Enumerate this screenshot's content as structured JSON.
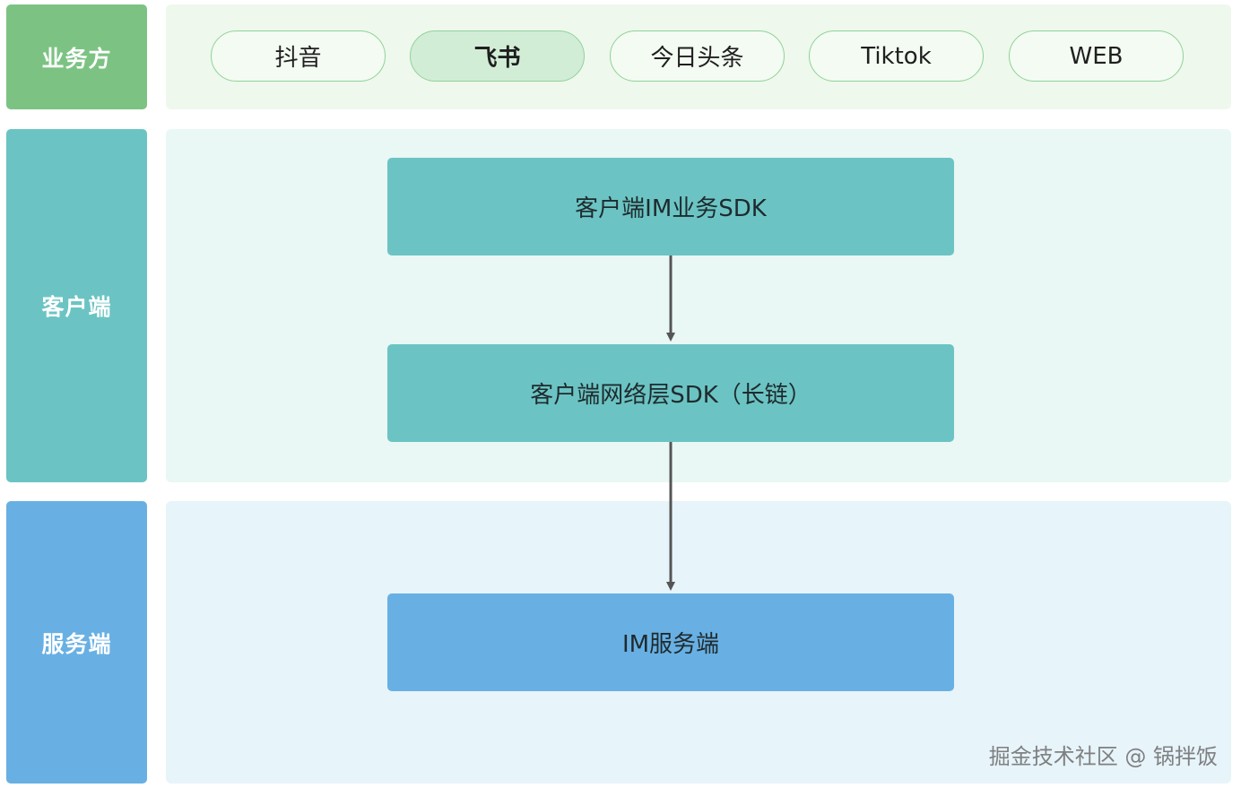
{
  "layers": {
    "business": {
      "label": "业务方",
      "color": "#7cc383",
      "panel_color": "#eef8ec"
    },
    "client": {
      "label": "客户端",
      "color": "#6bc4c3",
      "panel_color": "#e9f7f5"
    },
    "server": {
      "label": "服务端",
      "color": "#68b0e3",
      "panel_color": "#e7f4fa"
    }
  },
  "business_apps": [
    "抖音",
    "飞书",
    "今日头条",
    "Tiktok",
    "WEB"
  ],
  "active_app": "飞书",
  "boxes": {
    "im_sdk": "客户端IM业务SDK",
    "network_sdk": "客户端网络层SDK（长链）",
    "im_server": "IM服务端"
  },
  "arrow_color": "#555555",
  "watermark": "掘金技术社区 @ 锅拌饭"
}
